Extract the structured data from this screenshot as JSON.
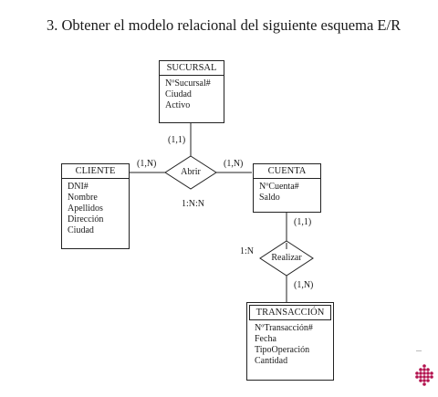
{
  "title": "3. Obtener el modelo relacional del siguiente esquema E/R",
  "entities": {
    "sucursal": {
      "name": "SUCURSAL",
      "attrs": [
        "NºSucursal#",
        "Ciudad",
        "Activo"
      ]
    },
    "cliente": {
      "name": "CLIENTE",
      "attrs": [
        "DNI#",
        "Nombre",
        "Apellidos",
        "Dirección",
        "Ciudad"
      ]
    },
    "cuenta": {
      "name": "CUENTA",
      "attrs": [
        "NºCuenta#",
        "Saldo"
      ]
    },
    "transaccion": {
      "name": "TRANSACCIÓN",
      "attrs": [
        "NºTransacción#",
        "Fecha",
        "TipoOperación",
        "Cantidad"
      ]
    }
  },
  "relationships": {
    "abrir": {
      "name": "Abrir",
      "type": "1:N:N"
    },
    "realizar": {
      "name": "Realizar",
      "type": "1:N"
    }
  },
  "cardinalities": {
    "sucursal_abrir": "(1,1)",
    "cliente_abrir": "(1,N)",
    "cuenta_abrir": "(1,N)",
    "cuenta_realizar": "(1,1)",
    "transaccion_realizar": "(1,N)"
  },
  "colors": {
    "line": "#222222",
    "logo": "#b3124e"
  }
}
